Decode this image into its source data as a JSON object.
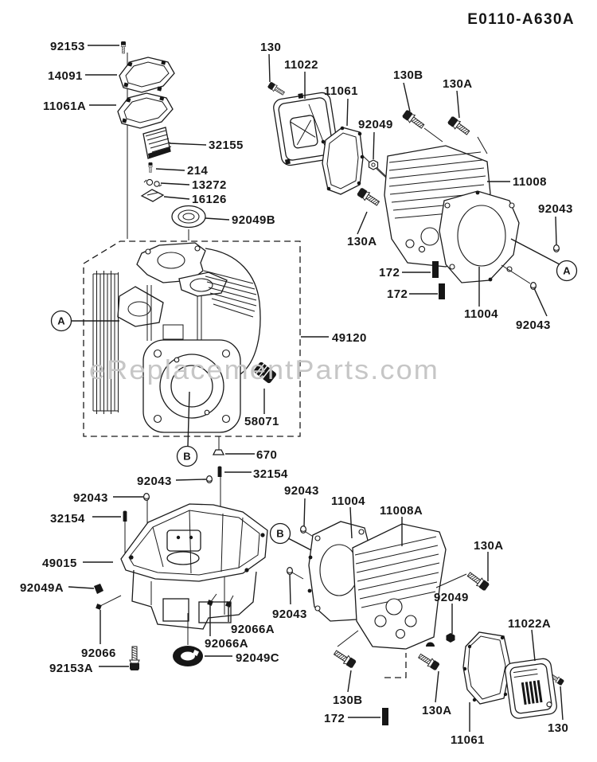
{
  "title": "E0110-A630A",
  "watermark": "eReplacementParts.com",
  "colors": {
    "line": "#1a1a1a",
    "text": "#161616",
    "watermark": "#c6c6c6",
    "background": "#ffffff"
  },
  "labels": {
    "valve_cover_left": [
      "92153",
      "14091",
      "11061A",
      "32155",
      "214",
      "13272",
      "16126",
      "92049B"
    ],
    "cylinder_top": [
      "130",
      "11022",
      "11061",
      "130B",
      "130A",
      "92049",
      "11008",
      "92043",
      "130A",
      "172",
      "172",
      "11004",
      "92043"
    ],
    "crankcase_main": [
      "49120",
      "58071",
      "670",
      "32154",
      "92043"
    ],
    "crankcase_bottom": [
      "92043",
      "32154",
      "49015",
      "92049A",
      "92066",
      "92153A",
      "92066A",
      "92066A",
      "92049C"
    ],
    "cylinder_bottom": [
      "92043",
      "11004",
      "11008A",
      "92043",
      "130A",
      "92049",
      "11022A",
      "130B",
      "172",
      "130A",
      "11061",
      "130"
    ],
    "badges": [
      "A",
      "A",
      "B",
      "B"
    ]
  }
}
